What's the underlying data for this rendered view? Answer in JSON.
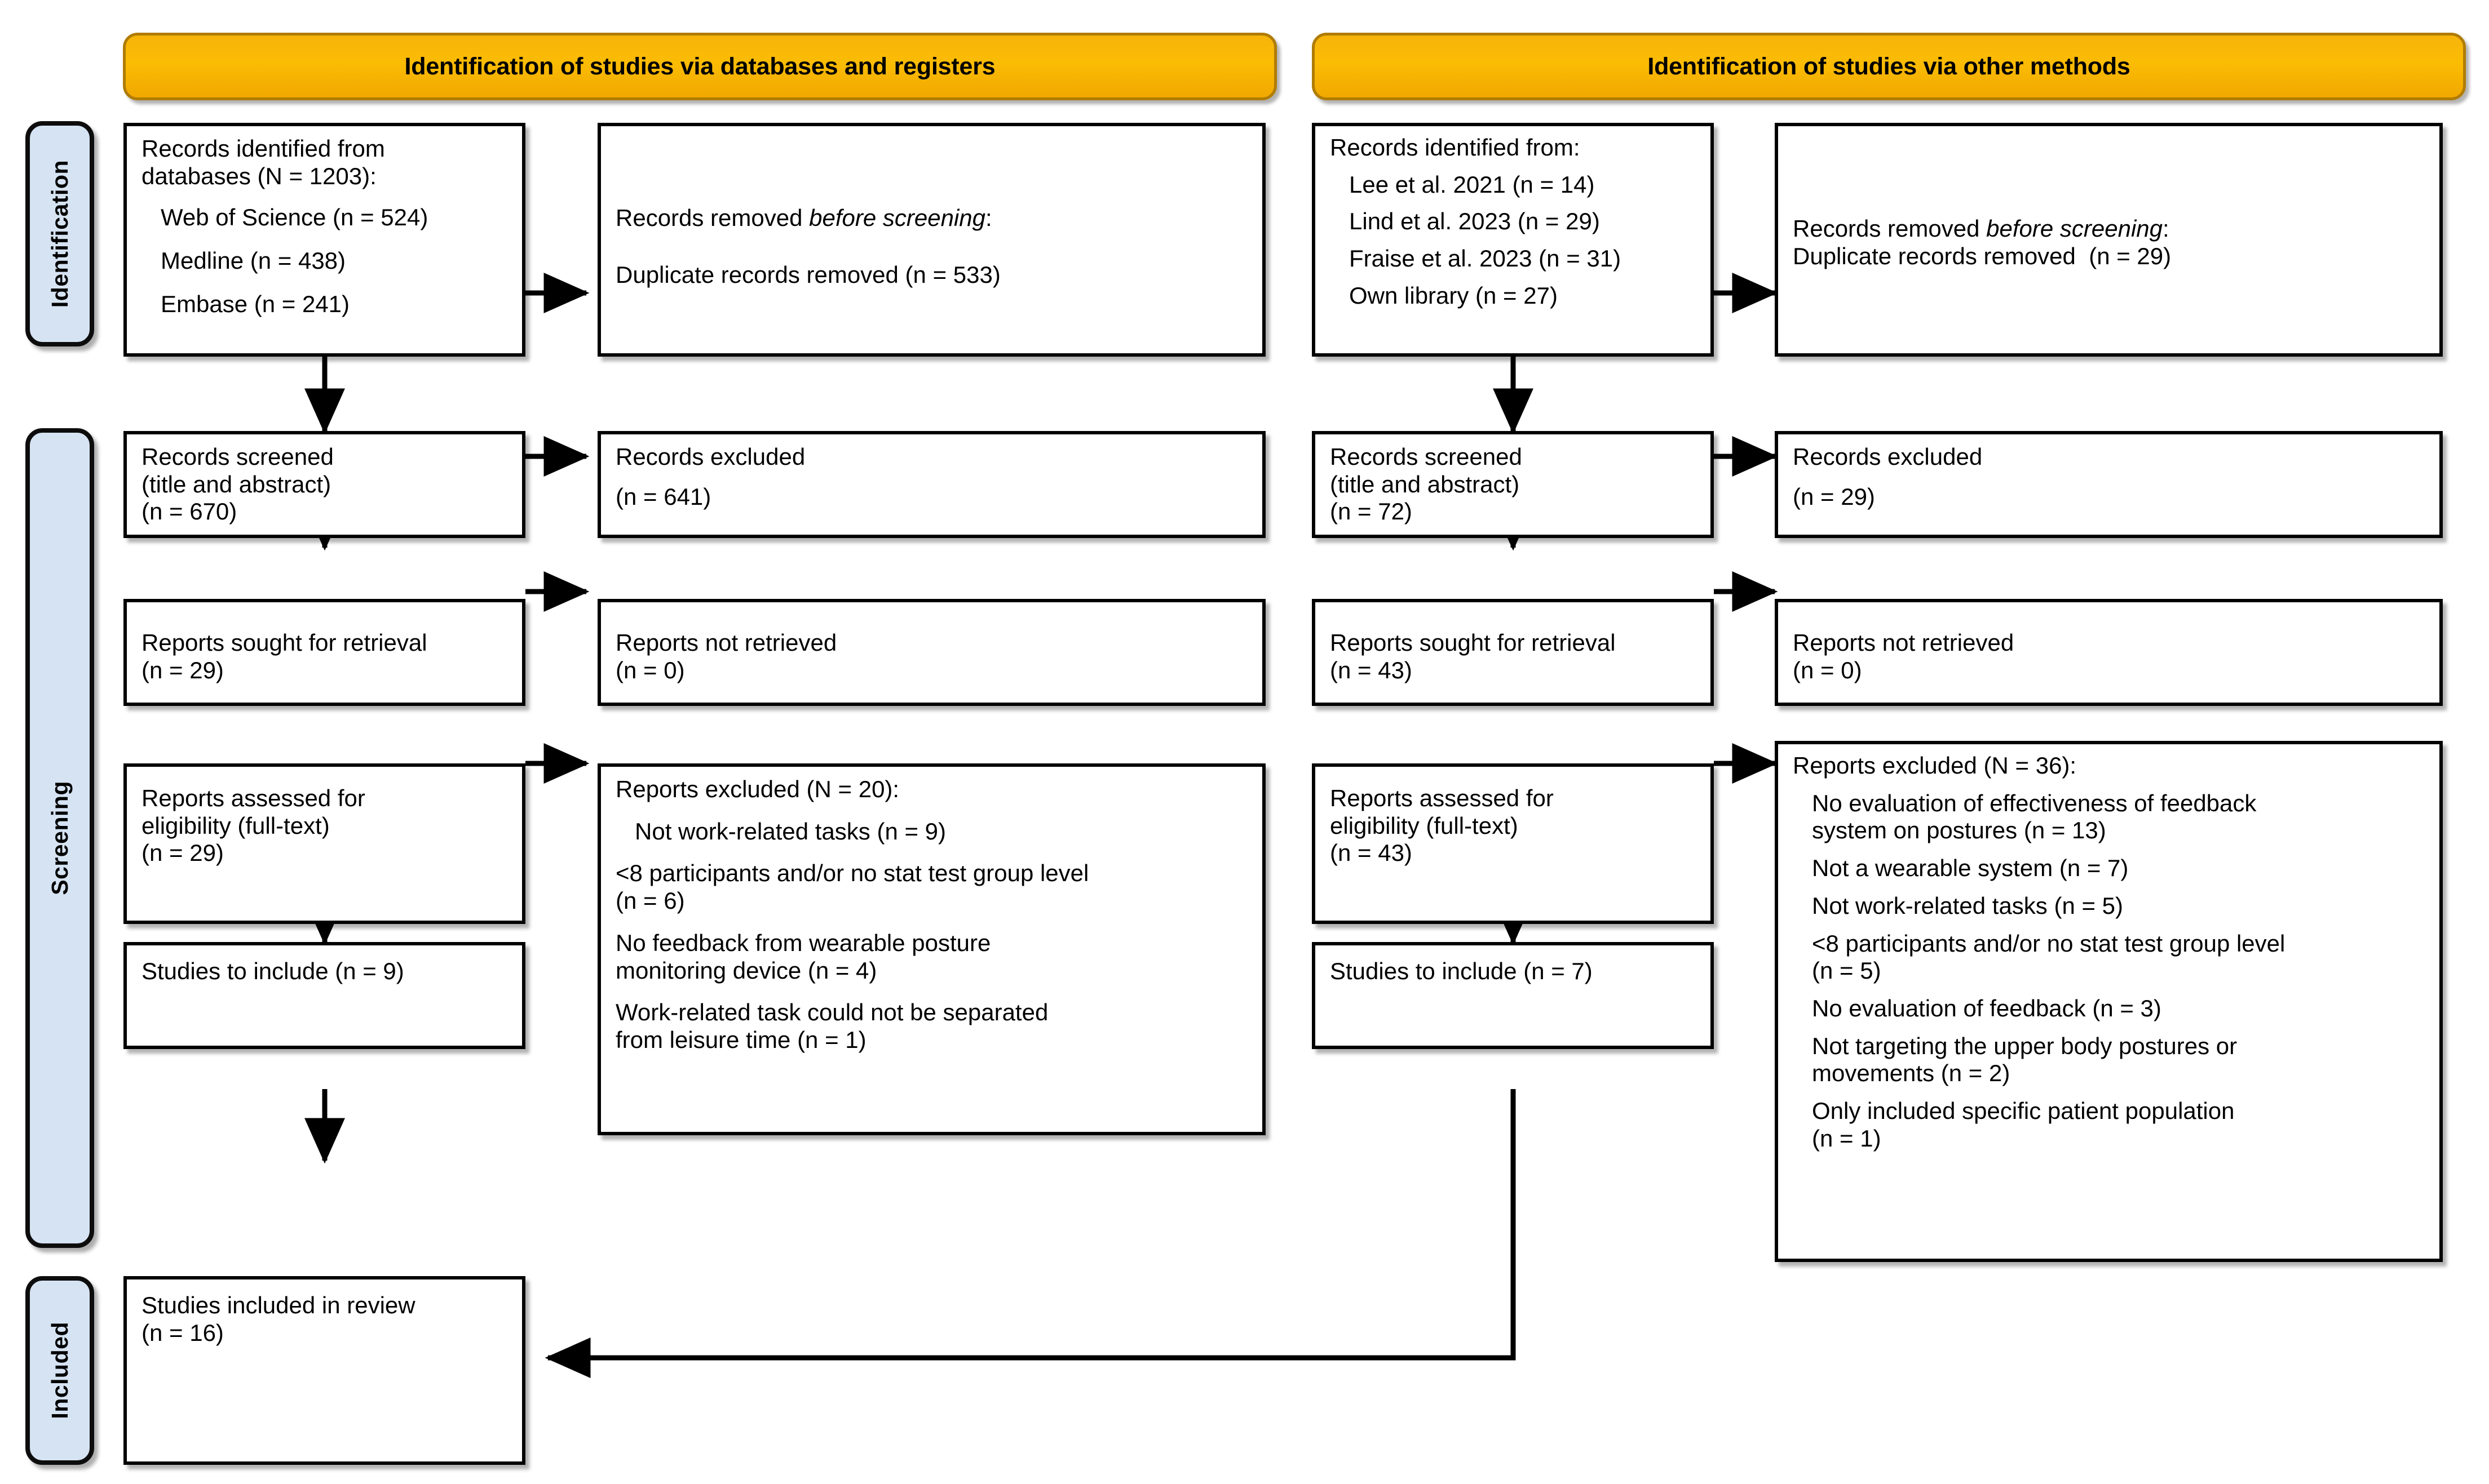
{
  "diagram": {
    "type": "prisma-flow-diagram",
    "stage_tabs": [
      {
        "name": "identification",
        "label": "Identification"
      },
      {
        "name": "screening",
        "label": "Screening"
      },
      {
        "name": "included",
        "label": "Included"
      }
    ],
    "columns": [
      {
        "name": "databases-registers",
        "header": "Identification of studies via databases and registers"
      },
      {
        "name": "other-methods",
        "header": "Identification of studies via other methods"
      }
    ],
    "colors": {
      "header_fill": "#fbbc04",
      "header_border": "#b07c05",
      "tab_fill": "#d6e3f3",
      "box_border": "#000000",
      "page_background": "#ffffff"
    }
  },
  "left": {
    "records_identified": {
      "title_a": "Records identified from",
      "title_b": "databases (N = 1203):",
      "sources": [
        "Web of Science (n = 524)",
        "Medline (n = 438)",
        "Embase (n = 241)"
      ]
    },
    "records_removed": {
      "heading_pre": "Records removed ",
      "heading_em": "before screening",
      "heading_post": ":",
      "detail": "Duplicate records removed (n = 533)"
    },
    "records_screened": {
      "line1": "Records screened",
      "line2": "(title and abstract)",
      "line3": "(n = 670)"
    },
    "records_excluded": {
      "line1": "Records excluded",
      "line2": "(n = 641)"
    },
    "reports_sought": {
      "line1": "Reports sought for retrieval",
      "line2": "(n = 29)"
    },
    "reports_not_retrieved": {
      "line1": "Reports not retrieved",
      "line2": "(n = 0)"
    },
    "reports_assessed": {
      "line1": "Reports assessed for",
      "line2": "eligibility (full-text)",
      "line3": "(n = 29)"
    },
    "reports_excluded": {
      "heading": "Reports excluded (N = 20):",
      "reasons": [
        "Not work-related tasks (n = 9)",
        "<8 participants and/or no stat test group level\n(n = 6)",
        "No feedback from wearable posture\nmonitoring device (n = 4)",
        "Work-related task could not be separated\nfrom leisure time (n = 1)"
      ]
    },
    "studies_to_include": {
      "line1": "Studies to include (n = 9)"
    }
  },
  "right": {
    "records_identified": {
      "title": "Records identified from:",
      "sources": [
        "Lee et al. 2021 (n = 14)",
        "Lind et al. 2023 (n = 29)",
        "Fraise et al. 2023 (n = 31)",
        "Own library (n = 27)"
      ]
    },
    "records_removed": {
      "heading_pre": "Records removed ",
      "heading_em": "before screening",
      "heading_post": ":",
      "detail": "Duplicate records removed  (n = 29)"
    },
    "records_screened": {
      "line1": "Records screened",
      "line2": "(title and abstract)",
      "line3": "(n = 72)"
    },
    "records_excluded": {
      "line1": "Records excluded",
      "line2": "(n = 29)"
    },
    "reports_sought": {
      "line1": "Reports sought for retrieval",
      "line2": "(n = 43)"
    },
    "reports_not_retrieved": {
      "line1": "Reports not retrieved",
      "line2": "(n = 0)"
    },
    "reports_assessed": {
      "line1": "Reports assessed for",
      "line2": "eligibility (full-text)",
      "line3": "(n = 43)"
    },
    "reports_excluded": {
      "heading": "Reports excluded (N = 36):",
      "reasons": [
        "No evaluation of effectiveness of feedback\nsystem on postures (n = 13)",
        "Not a wearable system (n = 7)",
        "Not work-related tasks (n = 5)",
        "<8 participants and/or no stat test group level\n(n = 5)",
        "No evaluation of feedback (n = 3)",
        "Not targeting the upper body postures or\nmovements (n = 2)",
        "Only included specific patient population\n(n = 1)"
      ]
    },
    "studies_to_include": {
      "line1": "Studies to include (n = 7)"
    }
  },
  "included": {
    "studies_included": {
      "line1": "Studies included in review",
      "line2": "(n = 16)"
    }
  }
}
